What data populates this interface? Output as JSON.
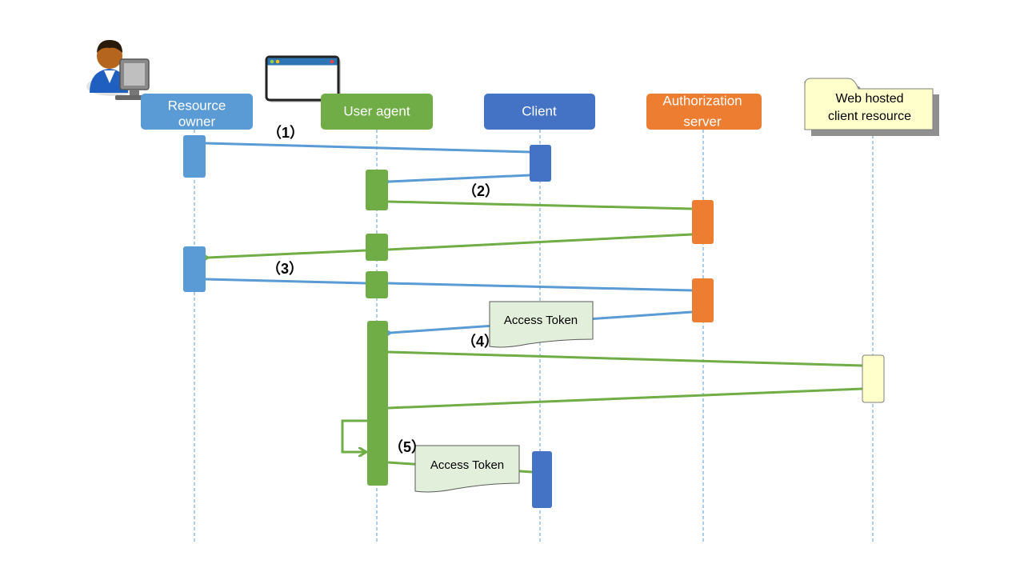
{
  "actors": {
    "resource_owner": {
      "line1": "Resource",
      "line2": "owner",
      "color": "#5b9bd5"
    },
    "user_agent": {
      "label": "User agent",
      "color": "#70ad47"
    },
    "client": {
      "label": "Client",
      "color": "#4472c4"
    },
    "authorization_server": {
      "line1": "Authorization",
      "line2": "server",
      "color": "#ed7d31"
    },
    "web_hosted_resource": {
      "line1": "Web hosted",
      "line2": "client resource",
      "color": "#ffffcc"
    }
  },
  "steps": {
    "step1": "（1）",
    "step2": "（2）",
    "step3": "（3）",
    "step4": "（4）",
    "step5": "（5）"
  },
  "notes": {
    "access_token_1": "Access Token",
    "access_token_2": "Access Token"
  },
  "icons": {
    "person": "person-at-computer-icon",
    "browser": "browser-window-icon"
  }
}
